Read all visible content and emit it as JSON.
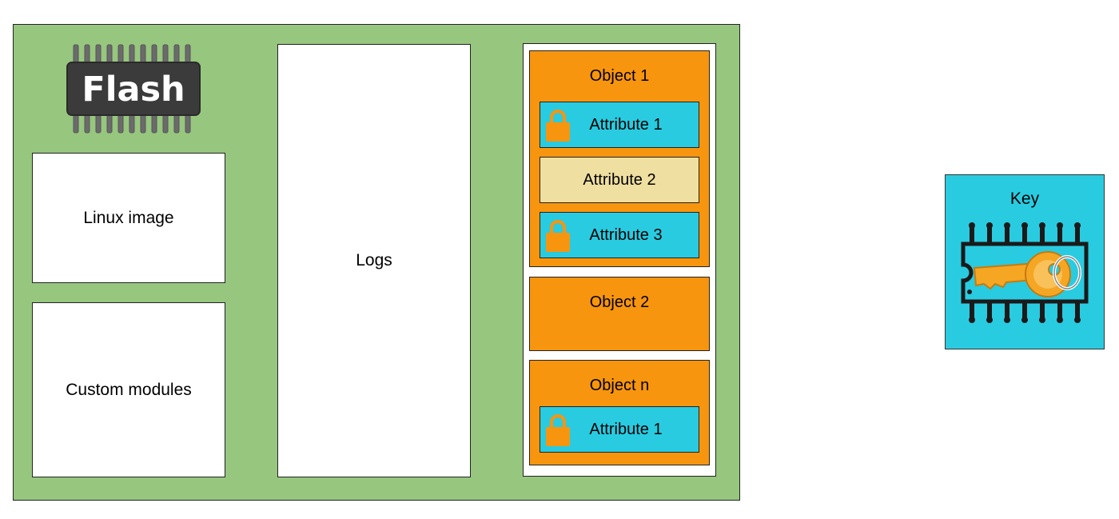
{
  "flash": {
    "label": "Flash"
  },
  "linux_image": {
    "label": "Linux image"
  },
  "custom_modules": {
    "label": "Custom modules"
  },
  "logs": {
    "label": "Logs"
  },
  "objects": [
    {
      "title": "Object 1",
      "attributes": [
        {
          "label": "Attribute 1",
          "locked": true
        },
        {
          "label": "Attribute 2",
          "locked": false
        },
        {
          "label": "Attribute 3",
          "locked": true
        }
      ]
    },
    {
      "title": "Object 2",
      "attributes": []
    },
    {
      "title": "Object n",
      "attributes": [
        {
          "label": "Attribute 1",
          "locked": true
        }
      ]
    }
  ],
  "key": {
    "label": "Key"
  },
  "colors": {
    "board_green": "#97c67f",
    "object_orange": "#f7950f",
    "locked_attribute_cyan": "#29cbe0",
    "plain_attribute_beige": "#efdfa0",
    "chip_dark": "#3b3b3b",
    "key_gold": "#f5a623"
  },
  "icons": [
    "flash-chip-icon",
    "padlock-icon",
    "key-chip-icon"
  ]
}
